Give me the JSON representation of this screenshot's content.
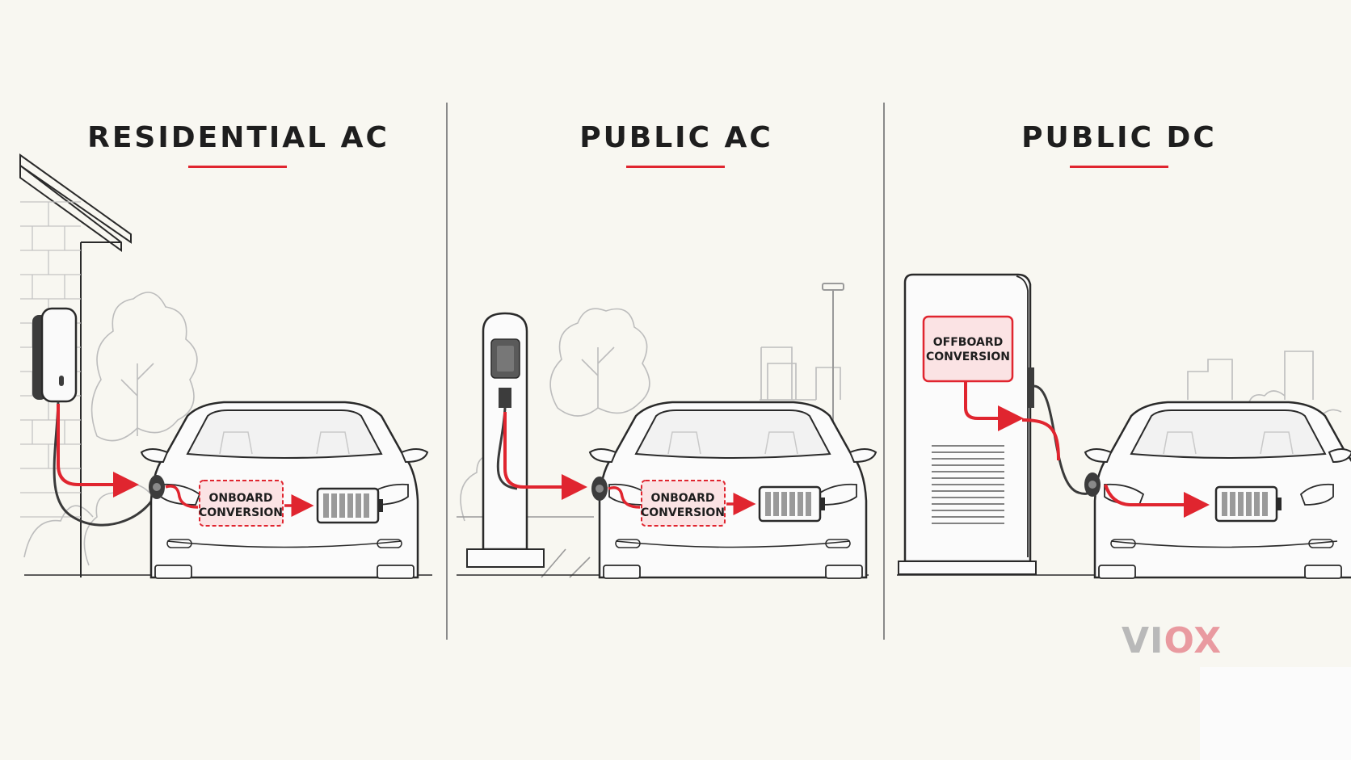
{
  "panels": [
    {
      "title": "RESIDENTIAL AC",
      "conversion_label": [
        "ONBOARD",
        "CONVERSION"
      ]
    },
    {
      "title": "PUBLIC AC",
      "conversion_label": [
        "ONBOARD",
        "CONVERSION"
      ]
    },
    {
      "title": "PUBLIC DC",
      "conversion_label": [
        "OFFBOARD",
        "CONVERSION"
      ]
    }
  ],
  "logo": {
    "part1": "VI",
    "part2": "OX"
  },
  "colors": {
    "accent": "#e0252f",
    "line": "#2a2a2a",
    "background": "#f8f7f1",
    "sketch": "#b5b5b5"
  }
}
